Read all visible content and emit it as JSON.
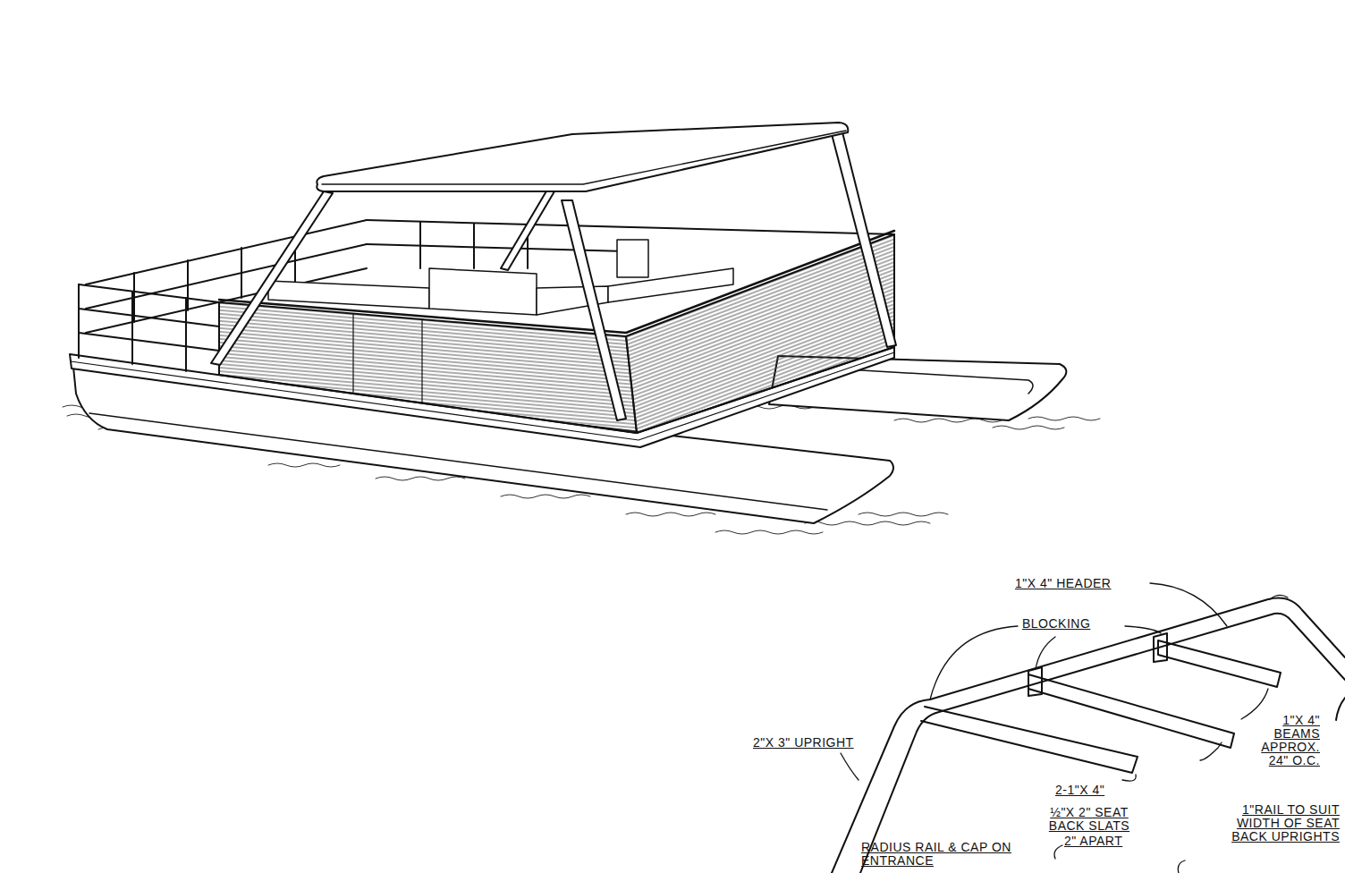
{
  "diagram": {
    "labels": [
      "1\"X 4\" HEADER",
      "BLOCKING",
      "2\"X 3\" UPRIGHT",
      "2-1\"X 4\"",
      "½\"X 2\" SEAT BACK SLATS",
      "2\" APART",
      "1\"X 4\" BEAMS APPROX. 24\" O.C.",
      "1\"RAIL TO SUIT WIDTH OF SEAT BACK UPRIGHTS",
      "RADIUS RAIL & CAP ON ENTRANCE"
    ]
  }
}
